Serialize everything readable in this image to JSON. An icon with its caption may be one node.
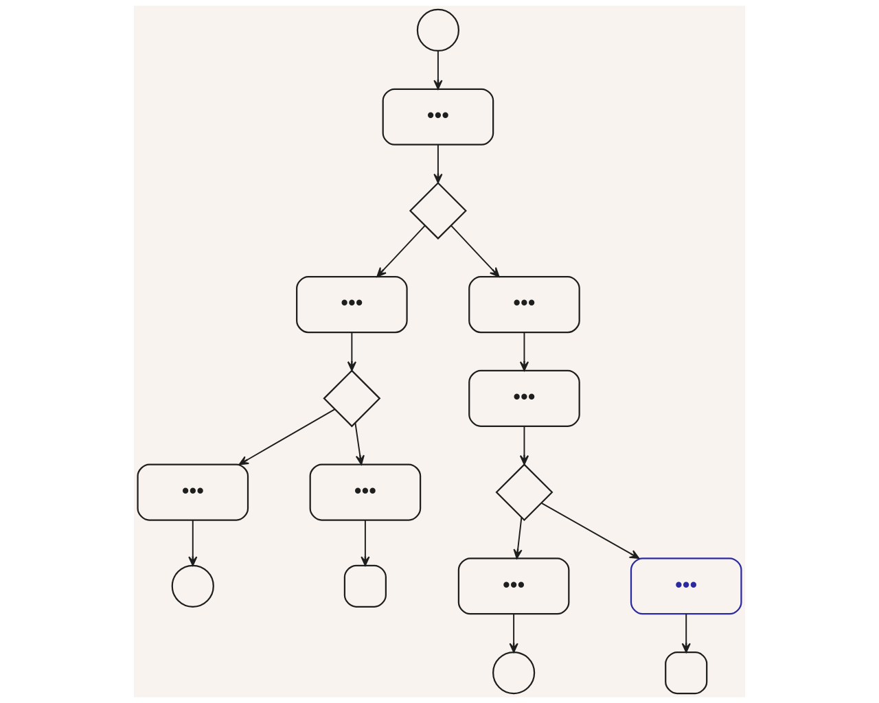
{
  "diagram": {
    "nodes": [
      {
        "text": [],
        "shape": "circle"
      },
      {
        "text": [
          "•••"
        ]
      },
      {
        "text": [],
        "shape": "diamond"
      },
      {
        "text": [
          "•••"
        ]
      },
      {
        "text": [
          "•••"
        ]
      },
      {
        "text": [
          "•••"
        ]
      },
      {
        "text": [],
        "shape": "diamond"
      },
      {
        "text": [],
        "shape": "diamond"
      },
      {
        "text": [
          "•••"
        ]
      },
      {
        "text": [
          "•••"
        ]
      },
      {
        "text": [
          "•••"
        ]
      },
      {
        "text": [
          "•••"
        ]
      },
      {
        "text": [],
        "shape": "circle"
      },
      {
        "text": [],
        "shape": "box"
      },
      {
        "text": [],
        "shape": "circle"
      },
      {
        "text": [],
        "shape": "box"
      }
    ],
    "edges": [
      {
        "from": 0,
        "to": 1,
        "arrow": "to"
      },
      {
        "from": 1,
        "to": 2,
        "arrow": "to"
      },
      {
        "from": 2,
        "to": 3,
        "arrow": "to"
      },
      {
        "from": 2,
        "to": 4,
        "arrow": "to"
      },
      {
        "from": 3,
        "to": 6,
        "arrow": "to"
      },
      {
        "from": 4,
        "to": 5,
        "arrow": "to"
      },
      {
        "from": 5,
        "to": 7,
        "arrow": "to"
      },
      {
        "from": 6,
        "to": 8,
        "arrow": "to"
      },
      {
        "from": 6,
        "to": 9,
        "arrow": "to"
      },
      {
        "from": 7,
        "to": 10,
        "arrow": "to"
      },
      {
        "from": 7,
        "to": 11,
        "arrow": "to"
      },
      {
        "from": 8,
        "to": 12,
        "arrow": "to"
      },
      {
        "from": 9,
        "to": 13,
        "arrow": "to"
      },
      {
        "from": 10,
        "to": 14,
        "arrow": "to"
      },
      {
        "from": 11,
        "to": 15,
        "arrow": "to"
      }
    ]
  }
}
